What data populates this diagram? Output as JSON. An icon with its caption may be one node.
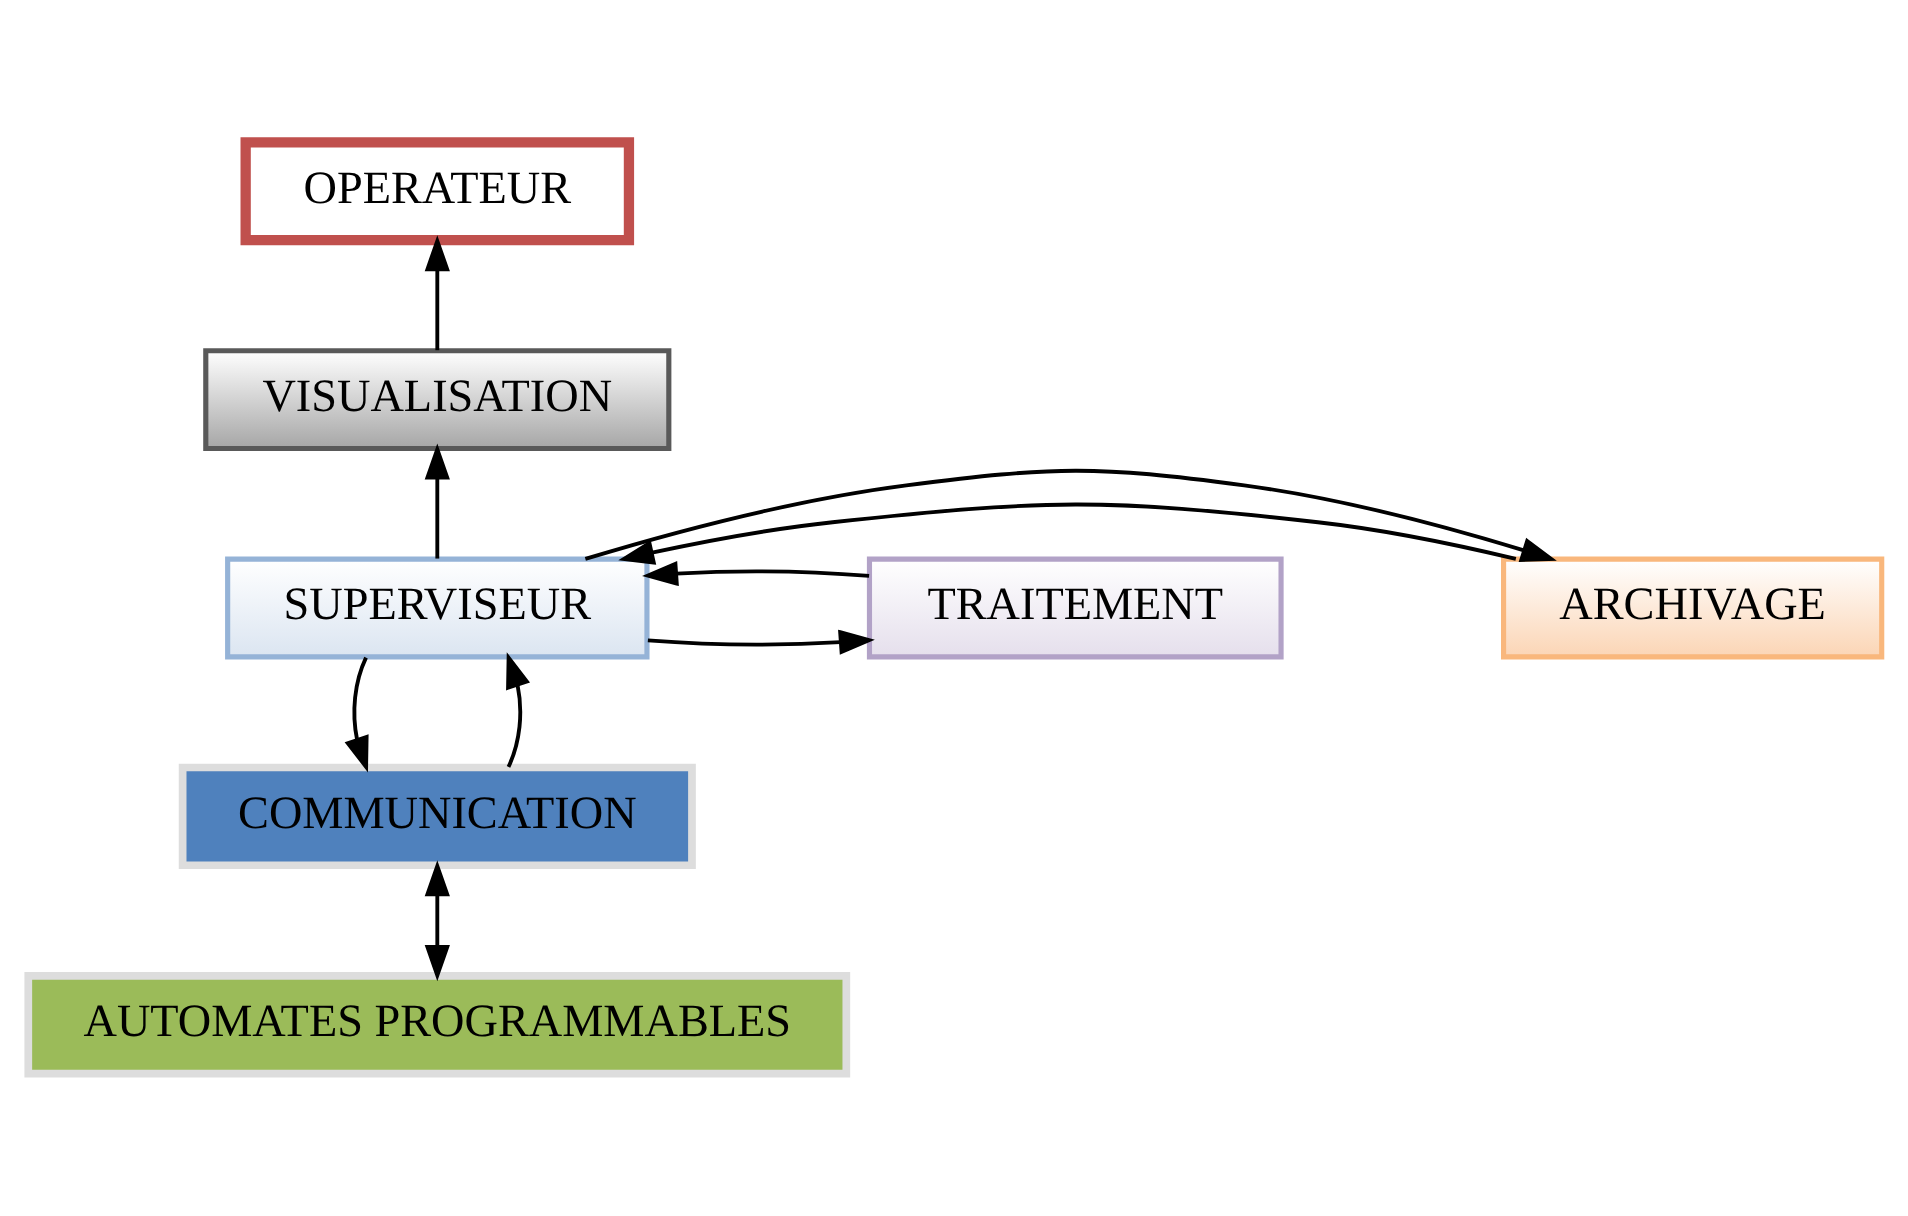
{
  "diagram": {
    "nodes": [
      {
        "text": [
          "OPERATEUR"
        ]
      },
      {
        "text": [
          "VISUALISATION"
        ]
      },
      {
        "text": [
          "ARCHIVAGE"
        ]
      },
      {
        "text": [
          "SUPERVISEUR"
        ]
      },
      {
        "text": [
          "TRAITEMENT"
        ]
      },
      {
        "text": [
          "COMMUNICATION"
        ]
      },
      {
        "text": [
          "AUTOMATES PROGRAMMABLES"
        ]
      }
    ],
    "edges": [
      {
        "from": 1,
        "to": 0,
        "arrow": "to"
      },
      {
        "from": 3,
        "to": 1,
        "arrow": "to"
      },
      {
        "from": 2,
        "to": 3,
        "arrow": "to"
      },
      {
        "from": 3,
        "to": 2,
        "arrow": "to"
      },
      {
        "from": 3,
        "to": 4,
        "arrow": "to"
      },
      {
        "from": 4,
        "to": 3,
        "arrow": "to"
      },
      {
        "from": 3,
        "to": 5,
        "arrow": "to"
      },
      {
        "from": 5,
        "to": 3,
        "arrow": "to"
      },
      {
        "from": 5,
        "to": 6,
        "arrow": "both"
      }
    ]
  }
}
